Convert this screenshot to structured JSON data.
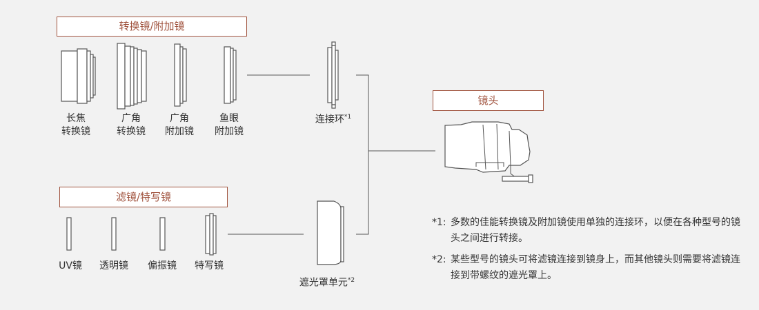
{
  "converters": {
    "title": "转换镜/附加镜",
    "items": [
      {
        "line1": "长焦",
        "line2": "转换镜"
      },
      {
        "line1": "广角",
        "line2": "转换镜"
      },
      {
        "line1": "广角",
        "line2": "附加镜"
      },
      {
        "line1": "鱼眼",
        "line2": "附加镜"
      }
    ]
  },
  "filters": {
    "title": "滤镜/特写镜",
    "items": [
      {
        "label": "UV镜"
      },
      {
        "label": "透明镜"
      },
      {
        "label": "偏振镜"
      },
      {
        "label": "特写镜"
      }
    ]
  },
  "adapter": {
    "label": "连接环",
    "sup": "*1"
  },
  "hood": {
    "label": "遮光罩单元",
    "sup": "*2"
  },
  "lens": {
    "title": "镜头"
  },
  "notes": [
    {
      "mark": "*1:",
      "text": "多数的佳能转换镜及附加镜使用单独的连接环，以便在各种型号的镜头之间进行转接。"
    },
    {
      "mark": "*2:",
      "text": "某些型号的镜头可将滤镜连接到镜身上，而其他镜头则需要将滤镜连接到带螺纹的遮光罩上。"
    }
  ],
  "colors": {
    "accent": "#a0523d",
    "line": "#555555",
    "background": "#f2f2f2"
  }
}
